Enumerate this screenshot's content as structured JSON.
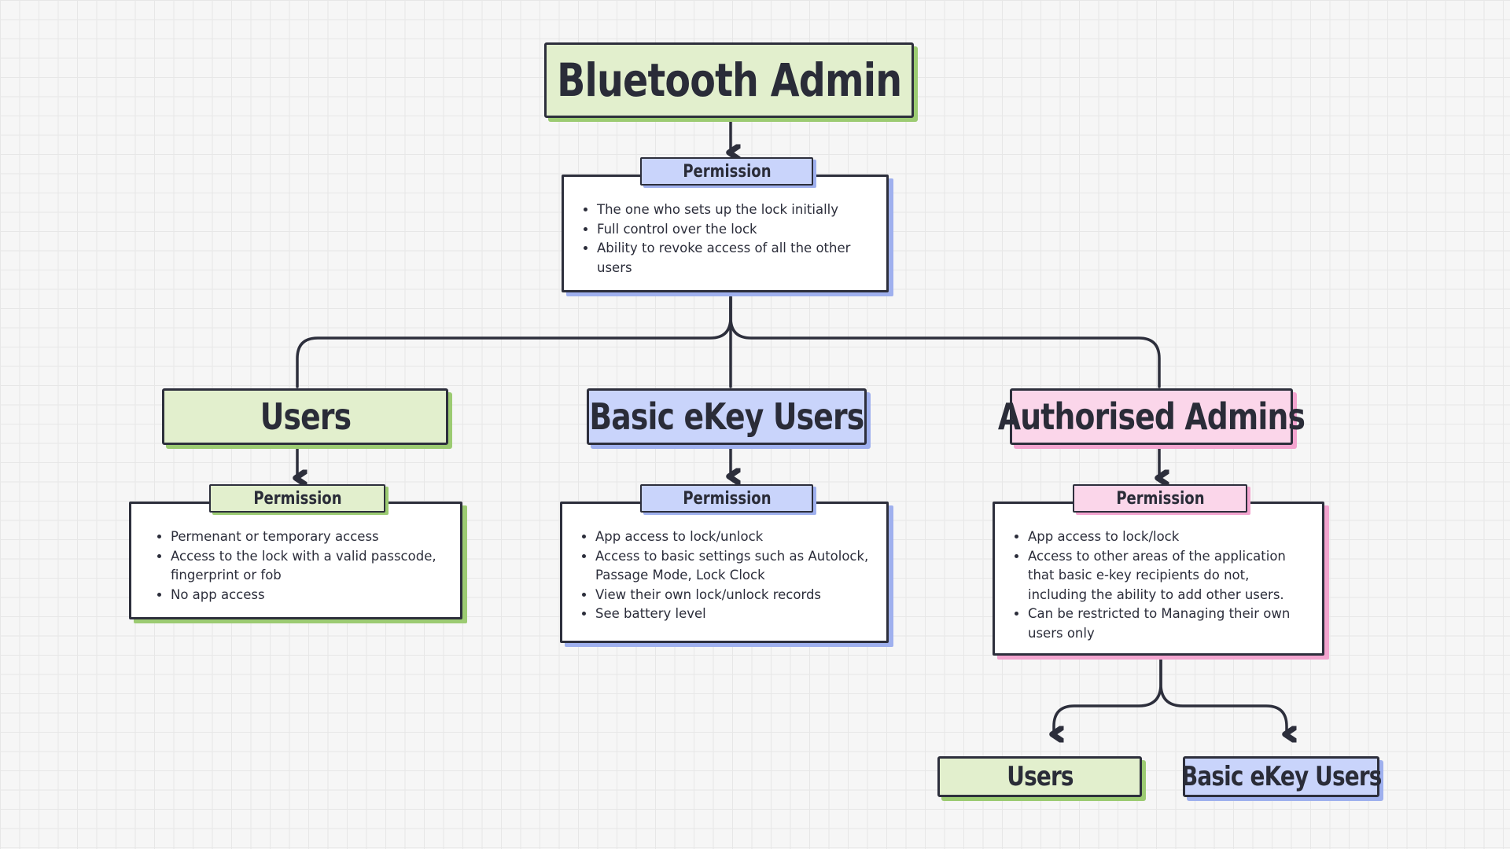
{
  "diagram": {
    "root": {
      "title": "Bluetooth Admin",
      "permission_label": "Permission",
      "permissions": [
        "The one who sets up the lock initially",
        "Full control over the lock",
        "Ability to revoke access of all the other users"
      ]
    },
    "users": {
      "title": "Users",
      "permission_label": "Permission",
      "permissions": [
        "Permenant or temporary access",
        "Access to the lock with a valid passcode, fingerprint or fob",
        "No app access"
      ]
    },
    "basic_ekey": {
      "title": "Basic eKey Users",
      "permission_label": "Permission",
      "permissions": [
        "App access to lock/unlock",
        "Access to basic settings such as Autolock, Passage Mode, Lock Clock",
        "View their own lock/unlock records",
        "See battery level"
      ]
    },
    "authorised_admins": {
      "title": "Authorised Admins",
      "permission_label": "Permission",
      "permissions": [
        "App access to lock/lock",
        "Access to other areas of the application that basic e-key recipients do not, including the ability to add other users.",
        "Can be restricted to Managing their own users only"
      ],
      "children": [
        {
          "title": "Users"
        },
        {
          "title": "Basic eKey Users"
        }
      ]
    }
  },
  "colors": {
    "green_fill": "#e2efcd",
    "blue_fill": "#c9d4fb",
    "pink_fill": "#fbd6ea",
    "outline": "#2d2f3c"
  }
}
